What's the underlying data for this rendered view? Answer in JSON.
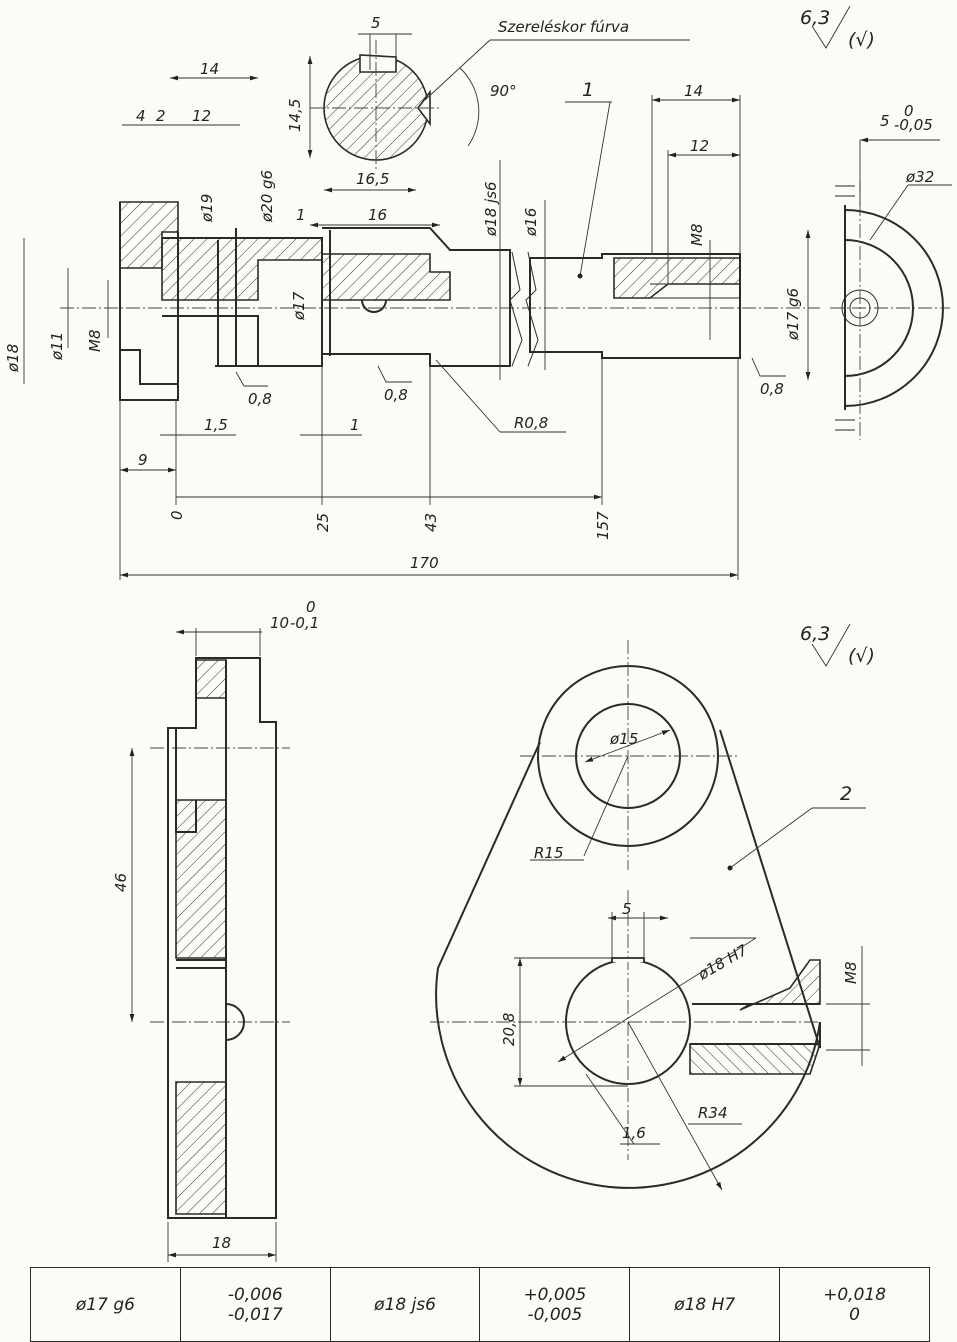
{
  "part1": {
    "number": "1",
    "note": "Szereléskor fúrva",
    "surface_symbol": {
      "value": "6,3",
      "suffix": "(√)"
    },
    "key_section": {
      "width": "5",
      "height": "14,5",
      "depth": "16,5",
      "angle": "90°"
    },
    "end_view": {
      "diameter": "ø32",
      "tolerance": "5",
      "tol_upper": "0",
      "tol_lower": "-0,05"
    },
    "dims": {
      "d18": "ø18",
      "d11": "ø11",
      "m8_left": "M8",
      "d19": "ø19",
      "d20g6": "ø20 g6",
      "d17": "ø17",
      "d18js6": "ø18 js6",
      "d16": "ø16",
      "m8_right": "M8",
      "d17g6": "ø17 g6",
      "l14": "14",
      "l4": "4",
      "l2": "2",
      "l12": "12",
      "l1": "1",
      "l16": "16",
      "r14": "14",
      "r12": "12",
      "l1_5": "1,5",
      "l1b": "1",
      "l9": "9",
      "rough1": "0,8",
      "rough2": "0,8",
      "rough3": "0,8",
      "r08": "R0,8",
      "ord0": "0",
      "ord25": "25",
      "ord43": "43",
      "ord157": "157",
      "total170": "170"
    }
  },
  "part2": {
    "number": "2",
    "surface_symbol": {
      "value": "6,3",
      "suffix": "(√)"
    },
    "dims": {
      "thick": "10",
      "thick_upper": "0",
      "thick_lower": "-0,1",
      "l46": "46",
      "l18": "18",
      "d15": "ø15",
      "r15": "R15",
      "key5": "5",
      "d18h7": "ø18 H7",
      "m8": "M8",
      "k208": "20,8",
      "c16": "1,6",
      "r34": "R34"
    }
  },
  "tolerance_table": [
    {
      "fit": "ø17 g6",
      "upper": "-0,006",
      "lower": "-0,017"
    },
    {
      "fit": "ø18 js6",
      "upper": "+0,005",
      "lower": "-0,005"
    },
    {
      "fit": "ø18 H7",
      "upper": "+0,018",
      "lower": "0"
    }
  ]
}
